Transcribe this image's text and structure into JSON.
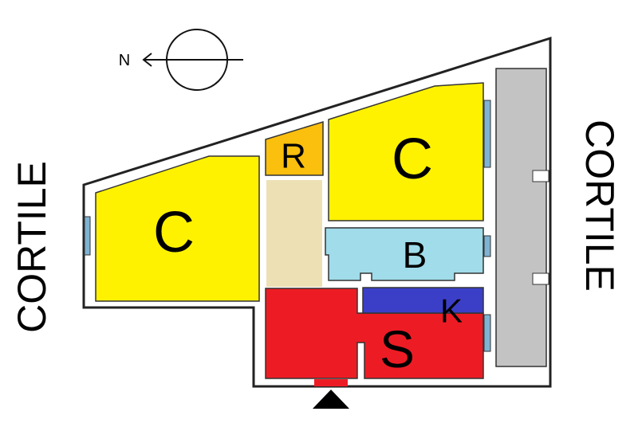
{
  "plan": {
    "compass_label": "N",
    "courtyard_left": "CORTILE",
    "courtyard_right": "CORTILE",
    "rooms": [
      {
        "id": "camera-left",
        "label": "C",
        "color": "#fff200"
      },
      {
        "id": "ripostiglio",
        "label": "R",
        "color": "#fbbf0d"
      },
      {
        "id": "camera-right",
        "label": "C",
        "color": "#fff200"
      },
      {
        "id": "bagno",
        "label": "B",
        "color": "#a0dcea"
      },
      {
        "id": "cucina",
        "label": "K",
        "color": "#3b3fc8"
      },
      {
        "id": "soggiorno",
        "label": "S",
        "color": "#ed1c24"
      },
      {
        "id": "corridoio",
        "label": "",
        "color": "#ede0b4"
      }
    ],
    "balcony_color": "#c3c3c3",
    "window_color": "#7fb3d3"
  }
}
